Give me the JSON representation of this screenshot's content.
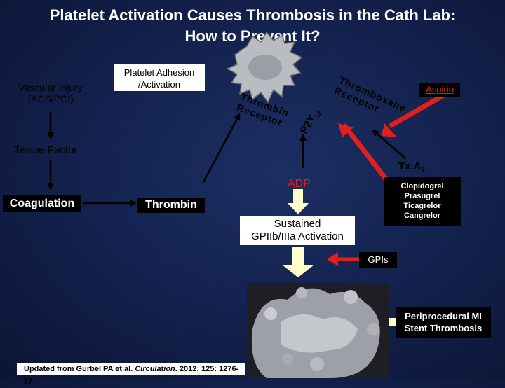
{
  "title": {
    "line1": "Platelet Activation Causes Thrombosis in the Cath Lab:",
    "line2": "How to Prevent It?"
  },
  "nodes": {
    "vascular_injury": [
      "Vascular Injury",
      "(ACS/PCI)"
    ],
    "platelet_adhesion": [
      "Platelet Adhesion",
      "/Activation"
    ],
    "tissue_factor": "Tissue Factor",
    "coagulation": "Coagulation",
    "thrombin": "Thrombin",
    "adp": "ADP",
    "txa2_main": "Tx.A",
    "txa2_sub": "2",
    "sustained": [
      "Sustained",
      "GPIIb/IIIa Activation"
    ],
    "gpis": "GPIs",
    "aspirin": "Aspirin",
    "p2y12_main": "P2Y",
    "p2y12_sub": "12",
    "p2y_drugs": [
      "Clopidogrel",
      "Prasugrel",
      "Ticagrelor",
      "Cangrelor"
    ],
    "outcomes": [
      "Periprocedural MI",
      "Stent Thrombosis"
    ]
  },
  "receptor_labels": {
    "thrombin_receptor": [
      "Thrombin",
      "Receptor"
    ],
    "thromboxane_receptor": [
      "Thromboxane",
      "Receptor"
    ]
  },
  "citation": {
    "prefix": "Updated from Gurbel PA et al.",
    "journal": "Circulation",
    "suffix": ". 2012; 125: 1276-87"
  },
  "colors": {
    "background": "#142350",
    "inhibitor_arrow": "#e0201e",
    "flow_arrow": "#ffffcc",
    "aspirin_text": "#e0201e",
    "adp_text": "#e0201e"
  }
}
